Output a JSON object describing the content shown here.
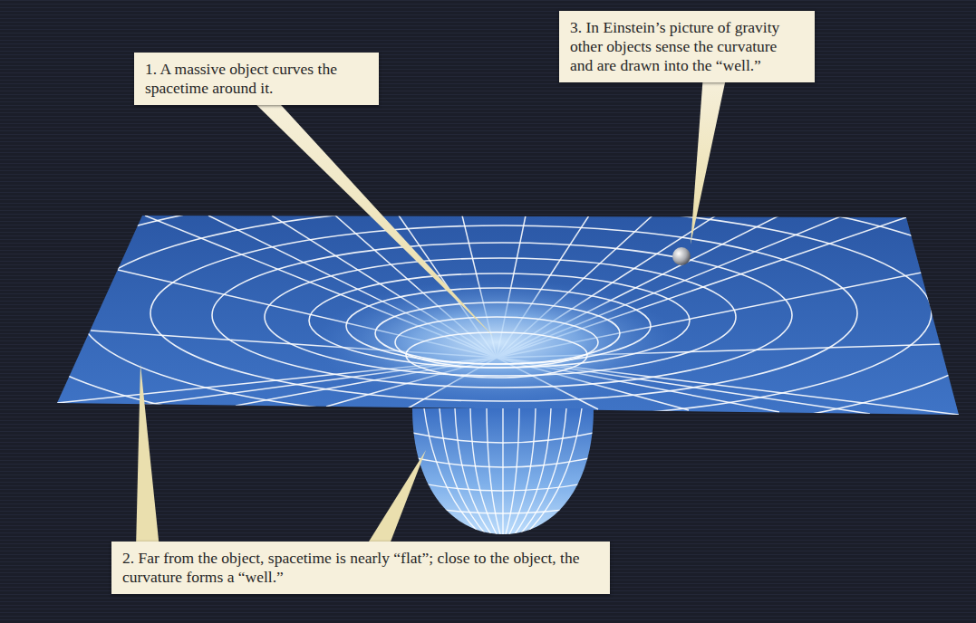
{
  "diagram": {
    "nodes": [
      {
        "text": [
          "1. A massive object curves the spacetime around it."
        ]
      },
      {
        "text": [
          "3. In Einstein’s picture of gravity other objects sense the curvature and are drawn into the “well.”"
        ]
      },
      {
        "text": [
          "2. Far from the object, spacetime is nearly “flat”; close to the object, the curvature forms a “well.”"
        ]
      }
    ]
  }
}
